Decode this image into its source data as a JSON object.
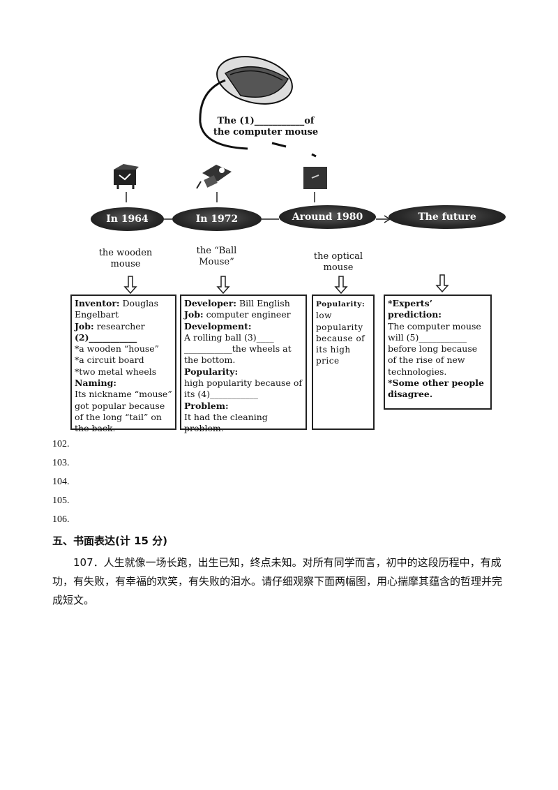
{
  "diagram": {
    "title_line1": "The (1)___________of",
    "title_line2": "the computer mouse",
    "timeline": [
      {
        "era": "In 1964",
        "name": "the wooden\nmouse"
      },
      {
        "era": "In 1972",
        "name": "the “Ball\nMouse”"
      },
      {
        "era": "Around 1980",
        "name": "the optical\nmouse"
      },
      {
        "era": "The future",
        "name": ""
      }
    ],
    "box1": {
      "inventor_label": "Inventor:",
      "inventor_value": " Douglas Engelbart",
      "job_label": "Job:",
      "job_value": " researcher",
      "blank": "(2)___________",
      "items": [
        "*a wooden “house”",
        "*a circuit board",
        "*two metal wheels"
      ],
      "naming_label": "Naming:",
      "naming_text": "Its nickname “mouse” got popular because of the long “tail” on the back."
    },
    "box2": {
      "developer_label": "Developer:",
      "developer_value": " Bill English",
      "job_label": "Job:",
      "job_value": " computer engineer",
      "development_label": "Development:",
      "development_text": "A rolling ball (3)____ ___________the wheels at the bottom.",
      "popularity_label": "Popularity:",
      "popularity_text": "high popularity because of its (4)___________",
      "problem_label": "Problem:",
      "problem_text": "It had the cleaning problem."
    },
    "box3": {
      "popularity_label": "Popularity:",
      "text": "low popularity because of its high price"
    },
    "box4": {
      "prediction_label": "*Experts’ prediction:",
      "text1": "The computer mouse will (5)___________ before long because of the rise of new technologies.",
      "text2": "*Some other people disagree."
    }
  },
  "questions": [
    "102.",
    "103.",
    "104.",
    "105.",
    "106."
  ],
  "section": {
    "heading": "五、书面表达(计 15 分)",
    "paragraph": "107．人生就像一场长跑，出生已知，终点未知。对所有同学而言，初中的这段历程中，有成功，有失败，有幸福的欢笑，有失败的泪水。请仔细观察下面两幅图，用心揣摩其蕴含的哲理并完成短文。"
  }
}
